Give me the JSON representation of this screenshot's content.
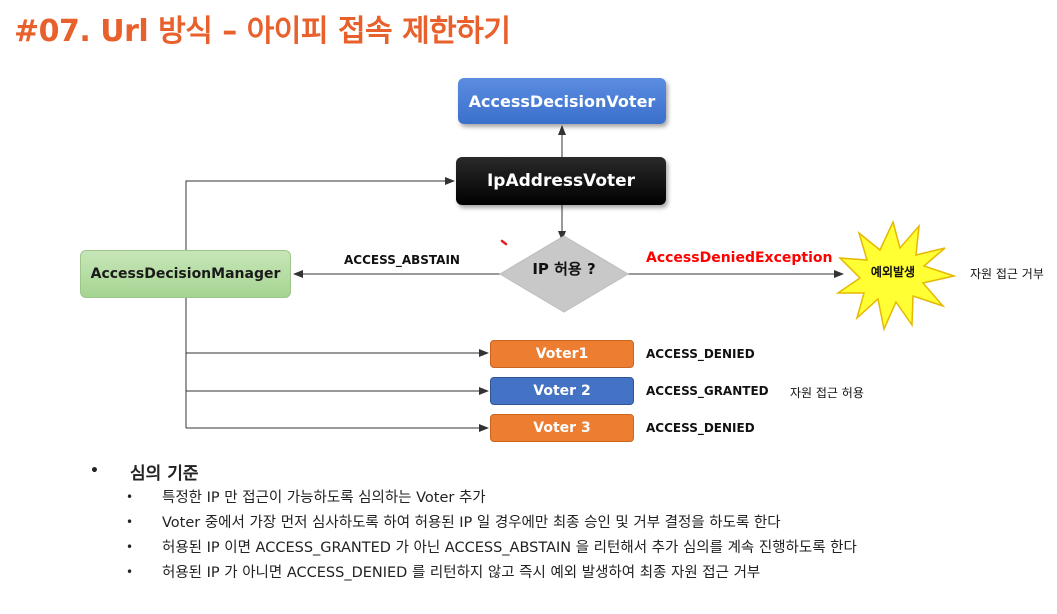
{
  "title": "#07. Url 방식 – 아이피 접속 제한하기",
  "nodes": {
    "access_decision_voter": "AccessDecisionVoter",
    "ip_address_voter": "IpAddressVoter",
    "access_decision_manager": "AccessDecisionManager",
    "decision": "IP 허용 ?",
    "exception_star": "예외발생",
    "voter1": "Voter1",
    "voter2": "Voter 2",
    "voter3": "Voter 3"
  },
  "edge_labels": {
    "abstain": "ACCESS_ABSTAIN",
    "denied_exception": "AccessDeniedException",
    "reject": "자원 접근 거부",
    "voter1_result": "ACCESS_DENIED",
    "voter2_result": "ACCESS_GRANTED",
    "voter2_note": "자원 접근 허용",
    "voter3_result": "ACCESS_DENIED"
  },
  "bullets": {
    "heading": "심의 기준",
    "items": [
      "특정한 IP 만 접근이 가능하도록 심의하는 Voter 추가",
      "Voter 중에서 가장 먼저 심사하도록 하여 허용된 IP 일 경우에만 최종 승인 및 거부 결정을 하도록 한다",
      "허용된 IP 이면 ACCESS_GRANTED 가 아닌 ACCESS_ABSTAIN 을 리턴해서 추가 심의를 계속 진행하도록 한다",
      "허용된 IP 가 아니면 ACCESS_DENIED 를 리턴하지 않고 즉시 예외 발생하여 최종 자원 접근 거부"
    ]
  },
  "colors": {
    "title": "#e8602c",
    "voter_orange": "#ed7d31",
    "voter_blue": "#4472c4",
    "manager_green": "#a9d18e",
    "exception_red": "#ff0000",
    "star_yellow": "#ffff33"
  }
}
